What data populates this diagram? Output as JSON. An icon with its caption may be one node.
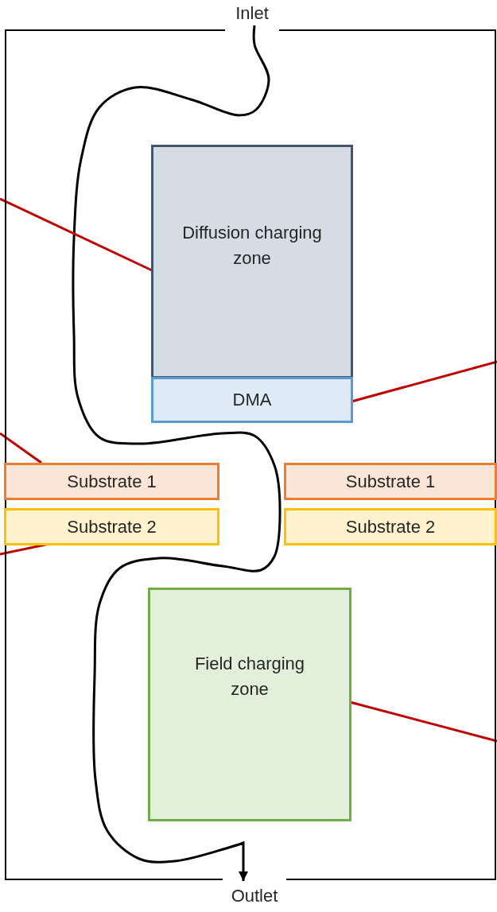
{
  "diagram": {
    "nodes": [
      {
        "text": [
          "Inlet"
        ]
      },
      {
        "text": [],
        "shape": "box"
      },
      {
        "text": [
          "Diffusion charging zone"
        ],
        "in": 1
      },
      {
        "text": [
          "DMA"
        ],
        "in": 1
      },
      {
        "text": [
          "Substrate 1"
        ],
        "in": 1
      },
      {
        "text": [
          "Substrate 2"
        ],
        "in": 1
      },
      {
        "text": [
          "Substrate 1"
        ],
        "in": 1
      },
      {
        "text": [
          "Substrate 2"
        ],
        "in": 1
      },
      {
        "text": [
          "Field charging zone"
        ],
        "in": 1
      },
      {
        "text": [
          "Outlet"
        ]
      }
    ],
    "edges": [
      {
        "from": 0,
        "to": 9,
        "arrow": "to",
        "color": "#000000"
      },
      {
        "from": null,
        "to": 2,
        "arrow": "none",
        "color": "#c00000"
      },
      {
        "from": null,
        "to": 4,
        "arrow": "none",
        "color": "#c00000"
      },
      {
        "from": null,
        "to": 5,
        "arrow": "none",
        "color": "#c00000"
      },
      {
        "from": null,
        "to": 3,
        "arrow": "none",
        "color": "#c00000"
      },
      {
        "from": null,
        "to": 8,
        "arrow": "none",
        "color": "#c00000"
      }
    ]
  }
}
